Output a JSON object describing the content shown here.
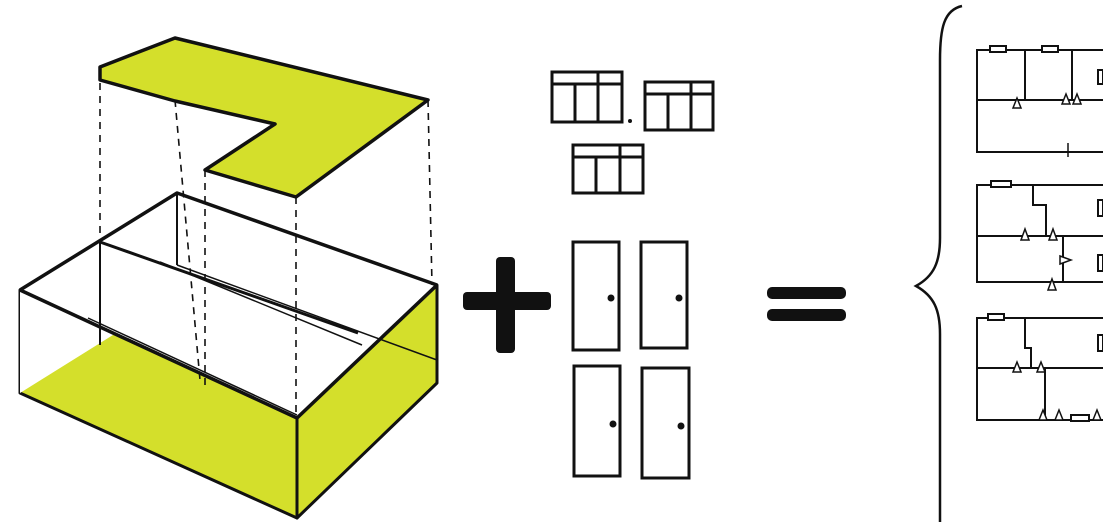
{
  "diagram": {
    "accent_color": "#d4df2b",
    "ink_color": "#111111",
    "parts": [
      {
        "id": "box",
        "description_icon": "open-box-with-partition-icon"
      },
      {
        "operator": "+"
      },
      {
        "id": "windows",
        "count": 3,
        "icon": "window-icon"
      },
      {
        "id": "doors",
        "count": 4,
        "icon": "door-icon"
      },
      {
        "operator": "="
      },
      {
        "id": "floor-plans",
        "count": 3,
        "icon": "floor-plan-icon"
      }
    ]
  }
}
